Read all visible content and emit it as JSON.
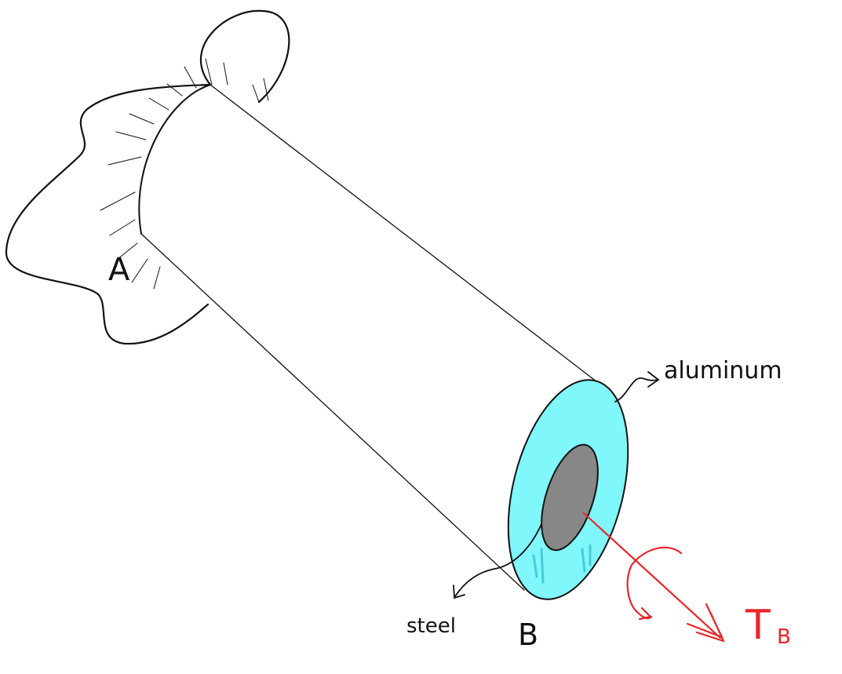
{
  "labels": {
    "wall_end": "A",
    "free_end": "B",
    "outer_material": "aluminum",
    "inner_material": "steel",
    "torque_symbol": "T",
    "torque_subscript": "B"
  },
  "colors": {
    "ink": "#111111",
    "aluminum_fill": "#7ff7fb",
    "aluminum_stroke": "#28b6c6",
    "steel_fill": "#878787",
    "torque": "#e8262a"
  }
}
